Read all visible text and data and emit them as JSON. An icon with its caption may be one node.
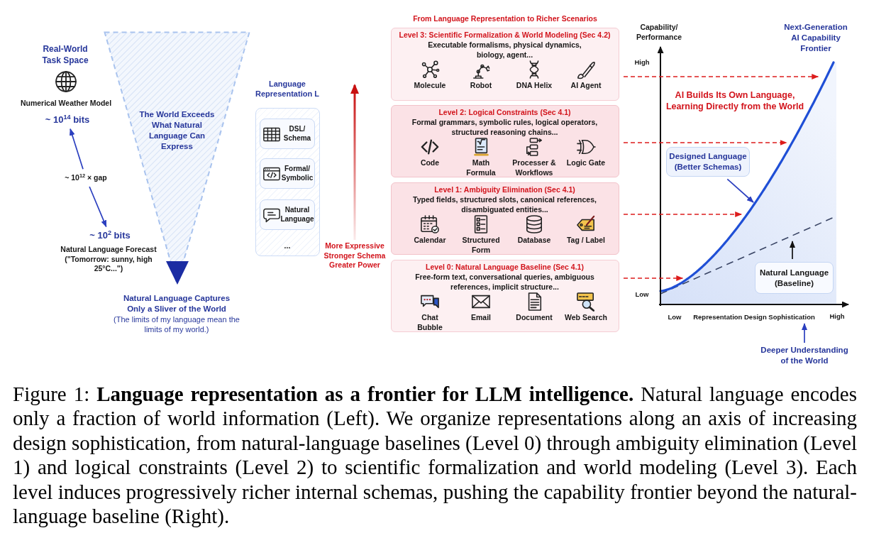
{
  "diagram": {
    "caption": "Figure 1: **Language representation as a frontier for LLM intelligence.** Natural language encodes only a fraction of world information (Left). We organize representations along an axis of increasing design sophistication, from natural-language baselines (Level 0) through ambiguity elimination (Level 1) and logical constraints (Level 2) to scientific formalization and world modeling (Level 3). Each level induces progressively richer internal schemas, pushing the capability frontier beyond the natural-language baseline (Right).",
    "nodes": [
      {
        "text": [
          "~ 10$^{14}$ bits"
        ]
      },
      {
        "text": [
          "~ 10$^{12}$ × gap"
        ]
      },
      {
        "text": [
          "~ 10$^{2}$ bits"
        ]
      },
      {
        "text": [
          "The World Exceeds What Natural Language Can Express"
        ]
      },
      {
        "text": [
          "Language Representation L",
          "..."
        ]
      },
      {
        "text": [
          "DSL/ Schema"
        ],
        "in": 4
      },
      {
        "text": [
          "Formal/ Symbolic"
        ],
        "in": 4
      },
      {
        "text": [
          "Natural Language"
        ],
        "in": 4
      },
      {
        "text": [
          "Level 3: Scientific Formalization & World Modeling (Sec 4.2)",
          "Executable formalisms, physical dynamics, biology, agent...",
          "Molecule",
          "Robot",
          "DNA Helix",
          "AI Agent"
        ]
      },
      {
        "text": [
          "Level 2: Logical Constraints (Sec 4.1)",
          "Formal grammars, symbolic rules, logical operators, structured reasoning chains...",
          "Code",
          "Math Formula",
          "Processer & Workflows",
          "Logic Gate"
        ]
      },
      {
        "text": [
          "Level 1: Ambiguity Elimination (Sec 4.1)",
          "Typed fields, structured slots, canonical references, disambiguated entities...",
          "Calendar",
          "Structured Form",
          "Database",
          "Tag / Label"
        ]
      },
      {
        "text": [
          "Level 0: Natural Language Baseline (Sec 4.1)",
          "Free-form text, conversational queries, ambiguous references, implicit structure...",
          "Chat Bubble",
          "Email",
          "Document",
          "Web Search"
        ]
      },
      {
        "text": [
          "Designed Language (Better Schemas)"
        ]
      },
      {
        "text": [
          "Natural Language (Baseline)"
        ]
      },
      {
        "text": [
          "Representation Design Sophistication"
        ]
      },
      {
        "text": [
          "Deeper Understanding of the World"
        ]
      }
    ],
    "edges": [
      {
        "from": 1,
        "to": 0,
        "arrow": "to",
        "color": "#2b3fbf"
      },
      {
        "from": 1,
        "to": 2,
        "arrow": "to",
        "color": "#2b3fbf"
      },
      {
        "from": 8,
        "to": null,
        "arrow": "to",
        "style": "dashed",
        "color": "#dd1c1c"
      },
      {
        "from": 9,
        "to": null,
        "arrow": "to",
        "style": "dashed",
        "color": "#dd1c1c"
      },
      {
        "from": 10,
        "to": null,
        "arrow": "to",
        "style": "dashed",
        "color": "#dd1c1c"
      },
      {
        "from": 11,
        "to": null,
        "arrow": "to",
        "style": "dashed",
        "color": "#dd1c1c"
      },
      {
        "from": 12,
        "to": null,
        "arrow": "to",
        "color": "#2b3fbf"
      },
      {
        "from": 13,
        "to": null,
        "arrow": "to",
        "color": "#111111"
      },
      {
        "from": 15,
        "to": 14,
        "arrow": "to",
        "color": "#2b3fbf"
      }
    ],
    "labels": [
      "Real-World Task Space",
      "Numerical Weather Model",
      "Natural Language Forecast (\"Tomorrow: sunny, high 25°C...\")",
      "Natural Language Captures Only a Sliver of the World",
      "(The limits of my language mean the limits of my world.)",
      "More Expressive Stronger Schema Greater Power",
      "From Language Representation to Richer Scenarios",
      "Capability/ Performance",
      "Next-Generation AI Capability Frontier",
      "High",
      "AI Builds Its Own Language, Learning Directly from the World",
      "Low",
      "Low",
      "High"
    ]
  }
}
